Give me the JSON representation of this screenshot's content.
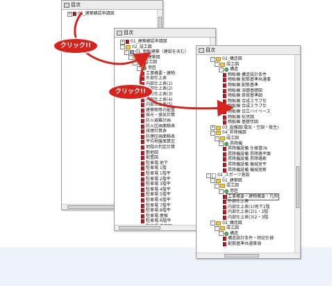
{
  "colors": {
    "callout": "#d7231b",
    "arrow": "#d7231b"
  },
  "panel1": {
    "header": "目次",
    "rows": [
      {
        "toggle": "+",
        "icon": "book",
        "label": "01_建築確認申請図"
      }
    ]
  },
  "panel2": {
    "header": "目次",
    "rows": [
      {
        "toggle": "+",
        "icon": "book",
        "label": "01_建築確認申請図"
      },
      {
        "toggle": "-",
        "icon": "folder",
        "label": "02_竣工図"
      },
      {
        "toggle": "-",
        "icon": "plan",
        "label": "01_物販建築（建設を含む）"
      },
      {
        "toggle": "-",
        "icon": "folder",
        "label": "01_建築図"
      },
      {
        "toggle": "-",
        "icon": "folder",
        "label": "竣工図"
      },
      {
        "toggle": "-",
        "icon": "gear",
        "label": "意匠"
      },
      {
        "toggle": "",
        "icon": "book",
        "label": "工事概要・建物"
      },
      {
        "toggle": "",
        "icon": "book",
        "label": "外部仕上表"
      },
      {
        "toggle": "",
        "icon": "book",
        "label": "内部仕上表(1)"
      },
      {
        "toggle": "",
        "icon": "book",
        "label": "内部仕上表(2)"
      },
      {
        "toggle": "",
        "icon": "book",
        "label": "内部仕上表(3)"
      },
      {
        "toggle": "",
        "icon": "book",
        "label": "内部仕上表(4)"
      },
      {
        "toggle": "",
        "icon": "book",
        "label": "内部仕上表(5)"
      },
      {
        "toggle": "",
        "icon": "book",
        "label": "建築物等の配置"
      },
      {
        "toggle": "",
        "icon": "book",
        "label": "採光・換気計算"
      },
      {
        "toggle": "",
        "icon": "book",
        "label": "防火避難計画"
      },
      {
        "toggle": "",
        "icon": "book",
        "label": "防火区画面積表"
      },
      {
        "toggle": "",
        "icon": "book",
        "label": "排煙計算表"
      },
      {
        "toggle": "",
        "icon": "book",
        "label": "防煙区画面積表"
      },
      {
        "toggle": "",
        "icon": "book",
        "label": "平均地盤面算定"
      },
      {
        "toggle": "",
        "icon": "book",
        "label": "地階の判定計算"
      },
      {
        "toggle": "",
        "icon": "book",
        "label": "敷地図"
      },
      {
        "toggle": "",
        "icon": "book",
        "label": "配置図"
      },
      {
        "toggle": "",
        "icon": "book",
        "label": "駐車場 地下"
      },
      {
        "toggle": "",
        "icon": "book",
        "label": "駐車場 1階"
      },
      {
        "toggle": "",
        "icon": "book",
        "label": "駐車場 1階平"
      },
      {
        "toggle": "",
        "icon": "book",
        "label": "駐車場 2階平"
      },
      {
        "toggle": "",
        "icon": "book",
        "label": "駐車場 3階平"
      },
      {
        "toggle": "",
        "icon": "book",
        "label": "駐車場 4階平"
      },
      {
        "toggle": "",
        "icon": "book",
        "label": "駐車場 5階平"
      },
      {
        "toggle": "",
        "icon": "book",
        "label": "駐車場 6階平"
      },
      {
        "toggle": "",
        "icon": "book",
        "label": "駐車場 7階平"
      },
      {
        "toggle": "",
        "icon": "book",
        "label": "駐車場 8階平"
      },
      {
        "toggle": "",
        "icon": "book",
        "label": "駐車場 屋根"
      },
      {
        "toggle": "",
        "icon": "book",
        "label": "駐車場 R階平"
      },
      {
        "toggle": "",
        "icon": "book",
        "label": "駐車場 立面図"
      }
    ]
  },
  "panel3": {
    "header": "目次",
    "rows": [
      {
        "toggle": "-",
        "icon": "folder",
        "label": "02_構造図"
      },
      {
        "toggle": "-",
        "icon": "folder",
        "label": "竣工図"
      },
      {
        "toggle": "-",
        "icon": "gear",
        "label": "構造"
      },
      {
        "toggle": "",
        "icon": "book",
        "label": "物販棟 構造設計条件"
      },
      {
        "toggle": "",
        "icon": "book",
        "label": "物販棟 配筋基準共通事"
      },
      {
        "toggle": "",
        "icon": "book",
        "label": "物販棟 配筋基準"
      },
      {
        "toggle": "",
        "icon": "book",
        "label": "物販棟 深礎基礎図"
      },
      {
        "toggle": "",
        "icon": "book",
        "label": "物販棟 鉄骨基準図"
      },
      {
        "toggle": "",
        "icon": "book",
        "label": "物販棟 合成スラブ仕"
      },
      {
        "toggle": "",
        "icon": "book",
        "label": "物販棟 合成スラブ仕"
      },
      {
        "toggle": "",
        "icon": "book",
        "label": "物販棟 日立ハイベース"
      },
      {
        "toggle": "",
        "icon": "book",
        "label": "物販棟 杭伏図"
      },
      {
        "toggle": "",
        "icon": "book",
        "label": "物販棟 基礎伏図"
      },
      {
        "toggle": "+",
        "icon": "folder",
        "label": "03_設備図(電気・空調・衛生)"
      },
      {
        "toggle": "-",
        "icon": "folder",
        "label": "04_昇降機図"
      },
      {
        "toggle": "-",
        "icon": "folder",
        "label": "竣工図"
      },
      {
        "toggle": "-",
        "icon": "gear",
        "label": "昇降機"
      },
      {
        "toggle": "",
        "icon": "book",
        "label": "昇降機設備 仕様書(N"
      },
      {
        "toggle": "",
        "icon": "book",
        "label": "昇降機設備 昇降路平面"
      },
      {
        "toggle": "",
        "icon": "book",
        "label": "昇降機設備 昇降路断"
      },
      {
        "toggle": "",
        "icon": "book",
        "label": "昇降機設備 機械室平"
      },
      {
        "toggle": "",
        "icon": "book",
        "label": "昇降機設備 機械室断"
      },
      {
        "toggle": "-",
        "icon": "sheet",
        "label": "02_スポーツ施設"
      },
      {
        "toggle": "-",
        "icon": "folder",
        "label": "01_建築図"
      },
      {
        "toggle": "-",
        "icon": "folder",
        "label": "竣工図"
      },
      {
        "toggle": "-",
        "icon": "gear",
        "label": "意匠"
      },
      {
        "toggle": "",
        "icon": "book",
        "label": "工事概要・建物概要・凡例",
        "selected": true
      },
      {
        "toggle": "",
        "icon": "book",
        "label": "外部仕上表"
      },
      {
        "toggle": "",
        "icon": "book",
        "label": "内部仕上表(1)地下1階"
      },
      {
        "toggle": "",
        "icon": "book",
        "label": "内部仕上表(2)1・2階"
      },
      {
        "toggle": "",
        "icon": "book",
        "label": "内部仕上表(3)2・3階"
      },
      {
        "toggle": "-",
        "icon": "folder",
        "label": "02_構造図"
      },
      {
        "toggle": "-",
        "icon": "folder",
        "label": "竣工図"
      },
      {
        "toggle": "-",
        "icon": "gear",
        "label": "構造"
      },
      {
        "toggle": "",
        "icon": "book",
        "label": "構造設計条件・特記仕様"
      },
      {
        "toggle": "",
        "icon": "book",
        "label": "配筋基準共通事項"
      }
    ]
  },
  "callouts": [
    {
      "text": "クリック!!"
    },
    {
      "text": "クリック!!"
    }
  ]
}
